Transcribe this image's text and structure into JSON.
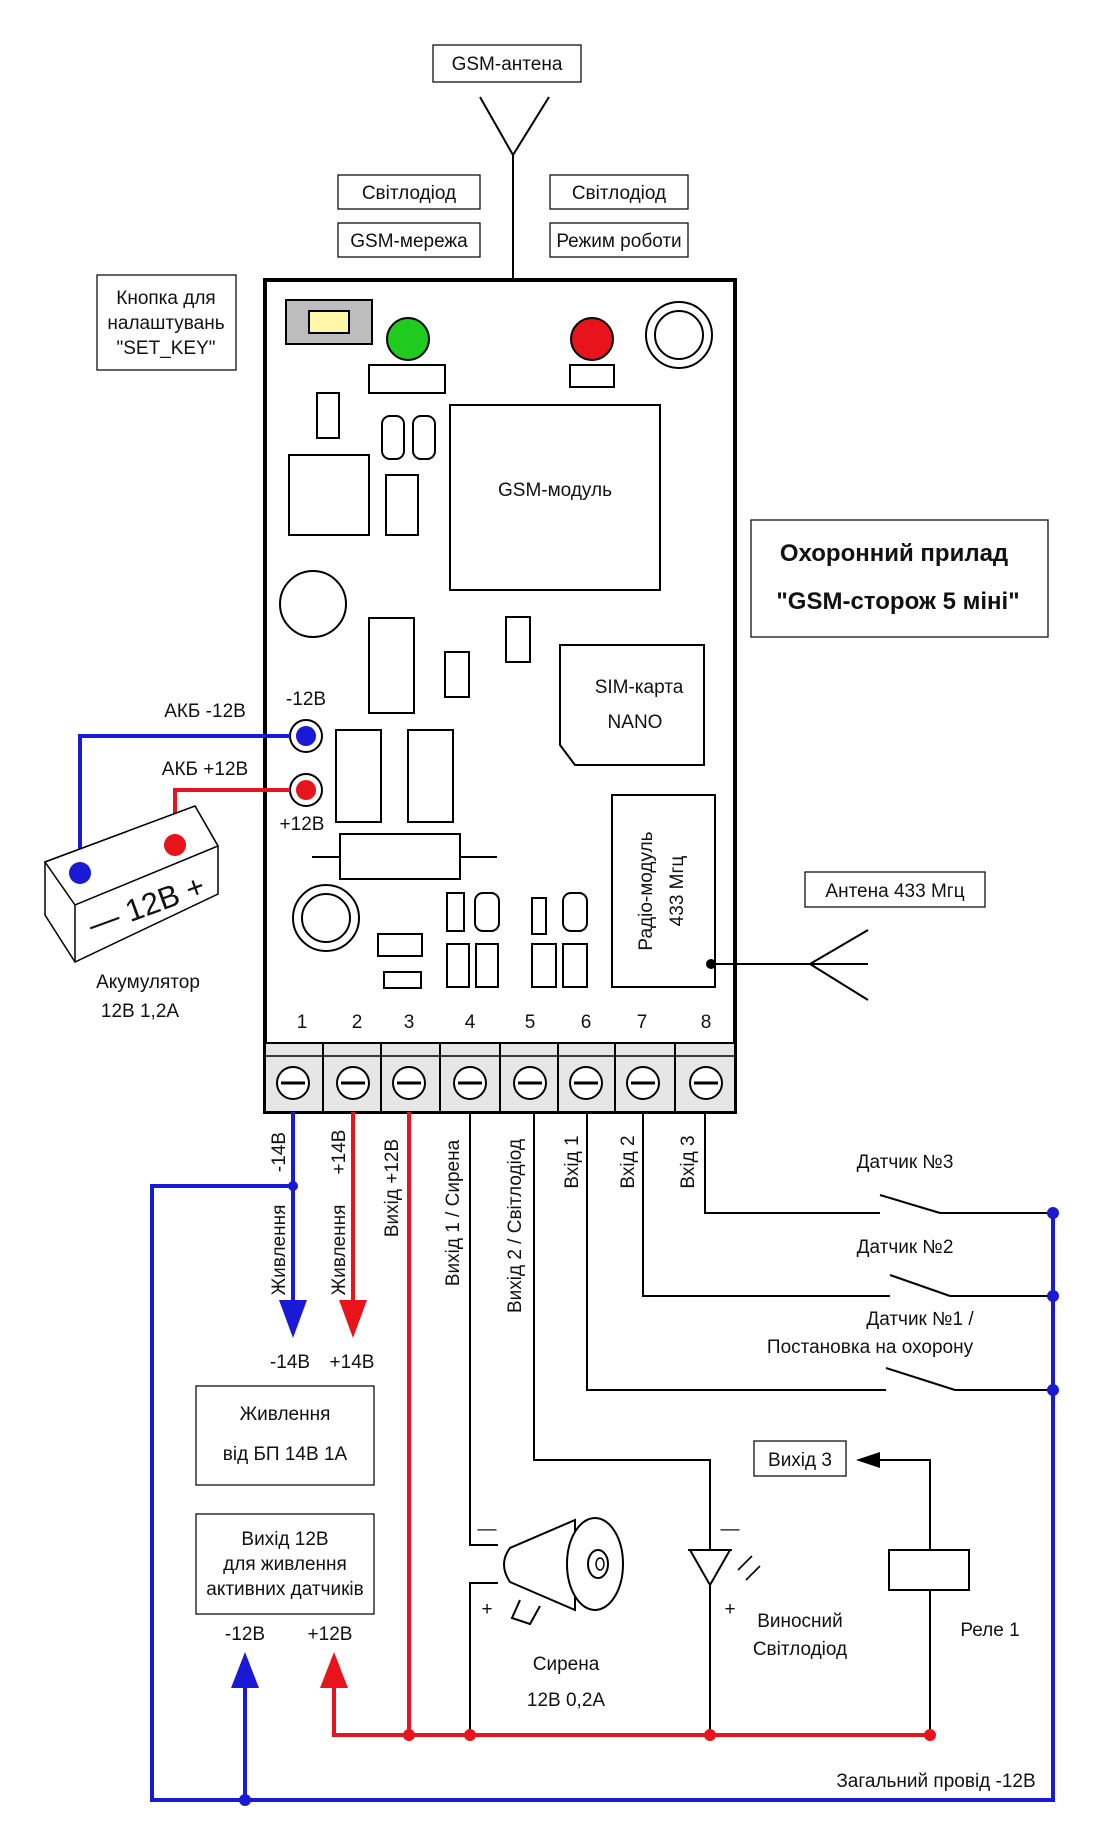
{
  "labels": {
    "gsm_antenna": "GSM-антена",
    "led1_line1": "Світлодіод",
    "led1_line2": "GSM-мережа",
    "led2_line1": "Світлодіод",
    "led2_line2": "Режим роботи",
    "button_line1": "Кнопка для",
    "button_line2": "налаштувань",
    "button_line3": "\"SET_KEY\"",
    "gsm_module": "GSM-модуль",
    "device_title_line1": "Охоронний прилад",
    "device_title_line2": "\"GSM-сторож 5 міні\"",
    "sim_line1": "SIM-карта",
    "sim_line2": "NANO",
    "radio_line1": "Радіо-модуль",
    "radio_line2": "433 Мгц",
    "antenna433": "Антена 433 Мгц",
    "akb_minus": "АКБ  -12В",
    "akb_plus": "АКБ  +12В",
    "pin_minus": "-12В",
    "pin_plus": "+12В",
    "battery_face": "— 12В +",
    "battery_line1": "Акумулятор",
    "battery_line2": "12В 1,2А",
    "terminals": [
      "1",
      "2",
      "3",
      "4",
      "5",
      "6",
      "7",
      "8"
    ],
    "t1_label_a": "-14В",
    "t1_label_b": "Живлення",
    "t2_label_a": "+14В",
    "t2_label_b": "Живлення",
    "t3_label": "Вихід  +12В",
    "t4_label": "Вихід 1 / Сирена",
    "t5_label": "Вихід 2 / Світлодіод",
    "t6_label": "Вхід 1",
    "t7_label": "Вхід 2",
    "t8_label": "Вхід 3",
    "sensor3": "Датчик №3",
    "sensor2": "Датчик №2",
    "sensor1_line1": "Датчик №1 /",
    "sensor1_line2": "Постановка на охорону",
    "arrow_minus14": "-14В",
    "arrow_plus14": "+14В",
    "psu_line1": "Живлення",
    "psu_line2": "від БП 14В 1А",
    "out12_line1": "Вихід 12В",
    "out12_line2": "для живлення",
    "out12_line3": "активних датчиків",
    "arrow_minus12": "-12В",
    "arrow_plus12": "+12В",
    "siren_minus": "—",
    "siren_plus": "+",
    "siren_line1": "Сирена",
    "siren_line2": "12В  0,2А",
    "led_minus": "—",
    "led_plus": "+",
    "ext_led_line1": "Виносний",
    "ext_led_line2": "Світлодіод",
    "output3": "Вихід 3",
    "relay": "Реле 1",
    "common_wire": "Загальний провід -12В"
  },
  "colors": {
    "red_wire": "#e8141c",
    "blue_wire": "#1a1ad6",
    "led_green": "#1ecb1e",
    "led_red": "#e8141c",
    "button_yellow": "#fff7a8",
    "button_gray": "#bdbdbd",
    "terminal_fill": "#e6e6e6"
  }
}
